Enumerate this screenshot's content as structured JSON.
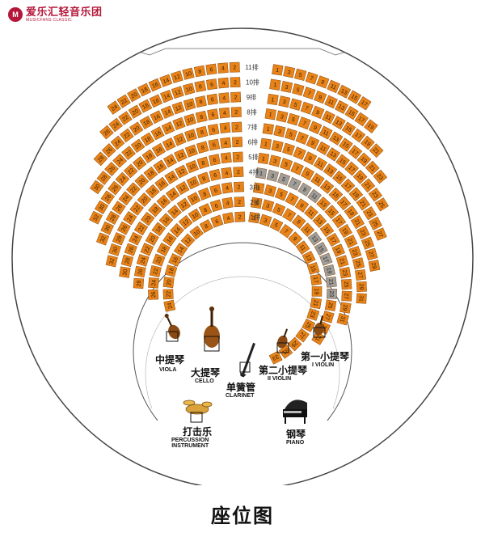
{
  "brand": {
    "logo_mark": "M",
    "name_cn": "爱乐汇轻音乐团",
    "name_en": "MUSICFANS CLASSIC"
  },
  "title": "座位图",
  "row_suffix": "排",
  "colors": {
    "seat": "#e8831a",
    "seat_border": "#8a4a08",
    "seat_unavailable": "#9e9e9e",
    "outline": "#444444",
    "brand": "#b5173a"
  },
  "left_section": {
    "rows": [
      {
        "label": "1",
        "seats": [
          "2",
          "4",
          "6",
          "8",
          "10",
          "12",
          "14",
          "16",
          "18",
          "20",
          "22",
          "24"
        ]
      },
      {
        "label": "2",
        "seats": [
          "2",
          "4",
          "6",
          "8",
          "10",
          "12",
          "14",
          "16",
          "18",
          "20",
          "22",
          "24",
          "26"
        ]
      },
      {
        "label": "3",
        "seats": [
          "2",
          "4",
          "6",
          "8",
          "10",
          "12",
          "14",
          "16",
          "18",
          "20",
          "22",
          "24",
          "26",
          "28"
        ]
      },
      {
        "label": "4",
        "seats": [
          "2",
          "4",
          "6",
          "8",
          "10",
          "12",
          "14",
          "16",
          "18",
          "20",
          "22",
          "24",
          "26",
          "28",
          "30"
        ]
      },
      {
        "label": "5",
        "seats": [
          "2",
          "4",
          "6",
          "8",
          "10",
          "12",
          "14",
          "16",
          "18",
          "20",
          "22",
          "24",
          "26",
          "28",
          "30",
          "32"
        ]
      },
      {
        "label": "6",
        "seats": [
          "2",
          "4",
          "6",
          "8",
          "10",
          "12",
          "14",
          "16",
          "18",
          "20",
          "22",
          "24",
          "26",
          "28",
          "30",
          "32"
        ]
      },
      {
        "label": "7",
        "seats": [
          "2",
          "4",
          "6",
          "8",
          "10",
          "12",
          "14",
          "16",
          "18",
          "20",
          "22",
          "24",
          "26",
          "28",
          "30",
          "32"
        ]
      },
      {
        "label": "8",
        "seats": [
          "2",
          "4",
          "6",
          "8",
          "10",
          "12",
          "14",
          "16",
          "18",
          "20",
          "22",
          "24",
          "26",
          "28",
          "30"
        ]
      },
      {
        "label": "9",
        "seats": [
          "2",
          "4",
          "6",
          "8",
          "10",
          "12",
          "14",
          "16",
          "18",
          "20",
          "22",
          "24",
          "26",
          "28"
        ]
      },
      {
        "label": "10",
        "seats": [
          "2",
          "4",
          "6",
          "8",
          "10",
          "12",
          "14",
          "16",
          "18",
          "20",
          "22",
          "24",
          "26"
        ]
      },
      {
        "label": "11",
        "seats": [
          "2",
          "4",
          "6",
          "8",
          "10",
          "12",
          "14",
          "16",
          "18",
          "20",
          "22",
          "24"
        ]
      }
    ]
  },
  "right_section": {
    "rows": [
      {
        "label": "1",
        "seats": [
          "1",
          "3",
          "5",
          "7",
          "9",
          "11",
          "13",
          "15",
          "17",
          "19",
          "21",
          "23",
          "25",
          "27",
          "29",
          "31",
          "33"
        ],
        "unavailable": []
      },
      {
        "label": "2",
        "seats": [
          "1",
          "3",
          "5",
          "7",
          "9",
          "11",
          "13",
          "15",
          "17",
          "19",
          "21",
          "23",
          "25",
          "27",
          "29",
          "31"
        ],
        "unavailable": [
          "13",
          "15",
          "17",
          "19",
          "21",
          "23"
        ]
      },
      {
        "label": "3",
        "seats": [
          "1",
          "3",
          "5",
          "7",
          "9",
          "11",
          "13",
          "15",
          "17",
          "19",
          "21",
          "23",
          "25",
          "27",
          "29",
          "31"
        ],
        "unavailable": []
      },
      {
        "label": "4",
        "seats": [
          "1",
          "3",
          "5",
          "7",
          "9",
          "11",
          "13",
          "15",
          "17",
          "19",
          "21",
          "23",
          "25",
          "27",
          "29",
          "31"
        ],
        "unavailable": [
          "1",
          "3",
          "5",
          "7",
          "9",
          "11"
        ]
      },
      {
        "label": "5",
        "seats": [
          "1",
          "3",
          "5",
          "7",
          "9",
          "11",
          "13",
          "15",
          "17",
          "19",
          "21",
          "23",
          "25",
          "27",
          "29"
        ],
        "unavailable": []
      },
      {
        "label": "6",
        "seats": [
          "1",
          "3",
          "5",
          "7",
          "9",
          "11",
          "13",
          "15",
          "17",
          "19",
          "21",
          "23",
          "25",
          "27"
        ],
        "unavailable": []
      },
      {
        "label": "7",
        "seats": [
          "1",
          "3",
          "5",
          "7",
          "9",
          "11",
          "13",
          "15",
          "17",
          "19",
          "21",
          "23",
          "25"
        ],
        "unavailable": []
      },
      {
        "label": "8",
        "seats": [
          "1",
          "3",
          "5",
          "7",
          "9",
          "11",
          "13",
          "15",
          "17",
          "19",
          "21",
          "23"
        ],
        "unavailable": []
      },
      {
        "label": "9",
        "seats": [
          "1",
          "3",
          "5",
          "7",
          "9",
          "11",
          "13",
          "15",
          "17",
          "19",
          "21"
        ],
        "unavailable": []
      },
      {
        "label": "10",
        "seats": [
          "1",
          "3",
          "5",
          "7",
          "9",
          "11",
          "13",
          "15",
          "17",
          "19"
        ],
        "unavailable": []
      },
      {
        "label": "11",
        "seats": [
          "1",
          "3",
          "5",
          "7",
          "9",
          "11",
          "13",
          "15",
          "17"
        ],
        "unavailable": []
      }
    ]
  },
  "instruments": [
    {
      "name_cn": "中提琴",
      "name_en": "VIOLA",
      "icon": "viola-icon"
    },
    {
      "name_cn": "大提琴",
      "name_en": "CELLO",
      "icon": "cello-icon"
    },
    {
      "name_cn": "单簧管",
      "name_en": "CLARINET",
      "icon": "clarinet-icon"
    },
    {
      "name_cn": "第二小提琴",
      "name_en": "II VIOLIN",
      "icon": "violin-icon"
    },
    {
      "name_cn": "第一小提琴",
      "name_en": "I VIOLIN",
      "icon": "violin-icon"
    },
    {
      "name_cn": "打击乐",
      "name_en": "PERCUSSION\nINSTRUMENT",
      "icon": "drum-icon"
    },
    {
      "name_cn": "钢琴",
      "name_en": "PIANO",
      "icon": "piano-icon"
    }
  ]
}
